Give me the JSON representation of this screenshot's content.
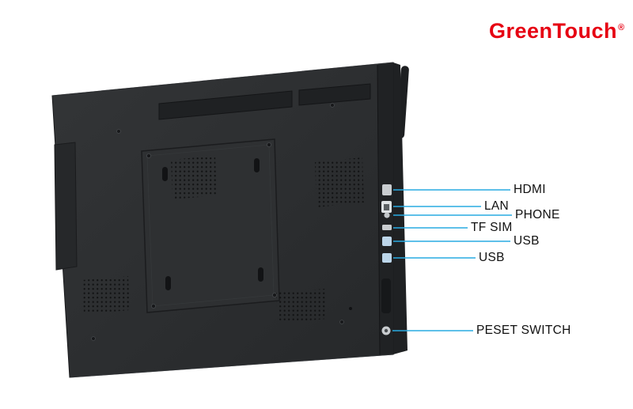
{
  "logo": {
    "brand": "GreenTouch",
    "registered_mark": "®"
  },
  "colors": {
    "brand": "#e60012",
    "callout_line": "#29abe2",
    "monitor_body": "#2c2e30"
  },
  "callouts": [
    {
      "label": "HDMI"
    },
    {
      "label": "LAN"
    },
    {
      "label": "PHONE"
    },
    {
      "label": "TF SIM"
    },
    {
      "label": "USB"
    },
    {
      "label": "USB"
    },
    {
      "label": "PESET SWITCH"
    }
  ]
}
